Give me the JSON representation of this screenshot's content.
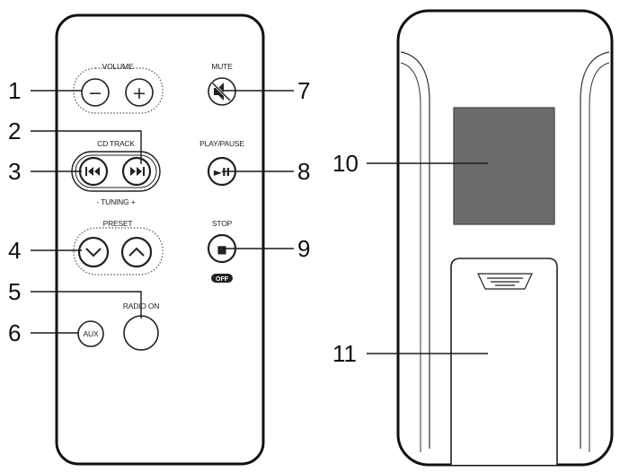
{
  "front": {
    "labels": {
      "volume": "VOLUME",
      "volume_minus": "−",
      "volume_plus": "+",
      "mute": "MUTE",
      "cd_track": "CD TRACK",
      "tuning": "- TUNING +",
      "play_pause": "PLAY/PAUSE",
      "play_pause_glyph": "►II",
      "preset": "PRESET",
      "stop": "STOP",
      "stop_glyph": "■",
      "off": "OFF",
      "radio_on": "RADIO ON",
      "aux": "AUX"
    }
  },
  "callouts": {
    "c1": "1",
    "c2": "2",
    "c3": "3",
    "c4": "4",
    "c5": "5",
    "c6": "6",
    "c7": "7",
    "c8": "8",
    "c9": "9",
    "c10": "10",
    "c11": "11"
  },
  "icons": {
    "mute": "speaker-muted-icon",
    "prev": "skip-back-icon",
    "next": "skip-forward-icon",
    "preset_down": "chevron-down-icon",
    "preset_up": "chevron-up-icon",
    "battery_cover_grip": "grip-lines-icon"
  }
}
